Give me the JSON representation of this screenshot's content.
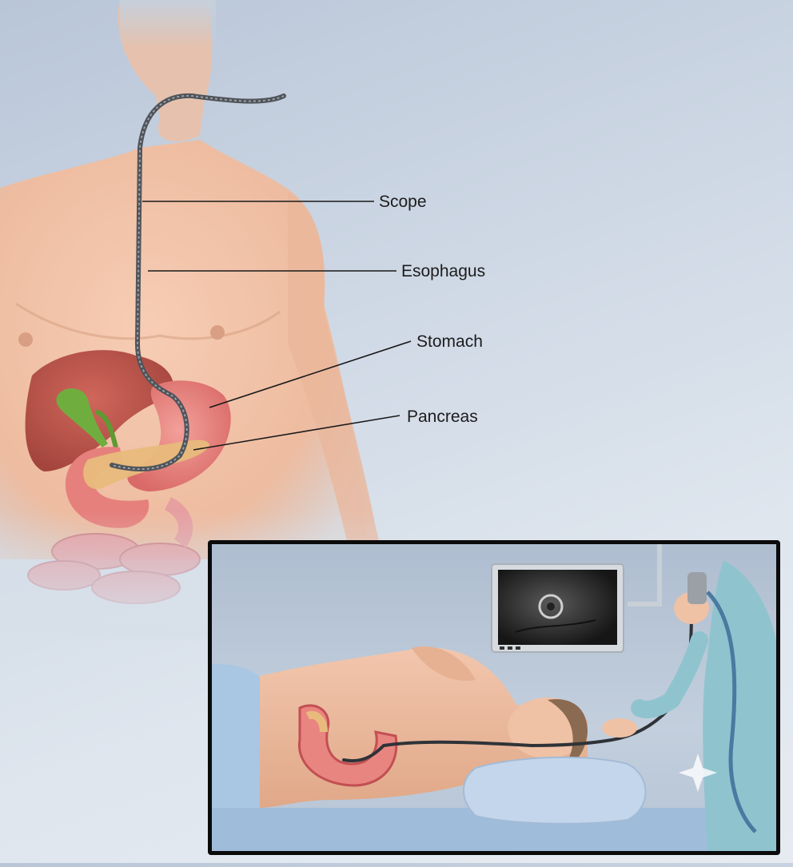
{
  "labels": {
    "scope": "Scope",
    "esophagus": "Esophagus",
    "stomach": "Stomach",
    "pancreas": "Pancreas"
  },
  "colors": {
    "skin": "#f0c2a8",
    "skin_shadow": "#dba486",
    "liver": "#c2584e",
    "stomach": "#e98581",
    "pancreas": "#e8ba7c",
    "gallbladder": "#6fae3e",
    "intestine": "#e59aa0",
    "scope": "#555a60",
    "gown": "#8fc4cf",
    "sheet": "#a9c6e3"
  },
  "icons": {
    "monitor": "ultrasound-monitor-icon",
    "sparkle": "sparkle-icon"
  }
}
